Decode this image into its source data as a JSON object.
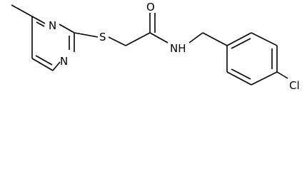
{
  "molecule": {
    "atoms": {
      "ring_n1": "N",
      "ring_n3": "N",
      "sulfur": "S",
      "carbonyl_oxygen": "O",
      "amide_nh": "NH",
      "chlorine": "Cl"
    }
  }
}
